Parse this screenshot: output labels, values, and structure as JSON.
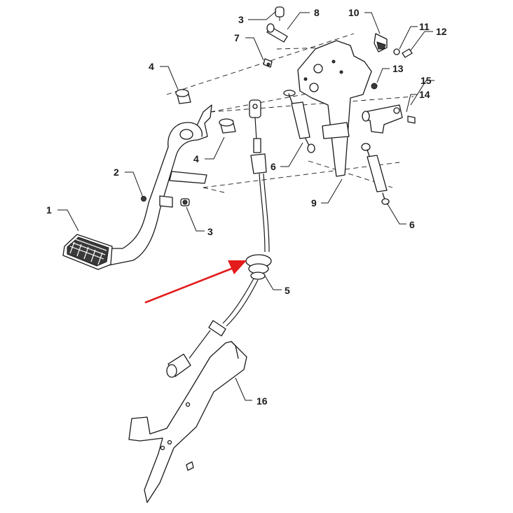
{
  "callouts": {
    "c1": "1",
    "c2": "2",
    "c3a": "3",
    "c3b": "3",
    "c4a": "4",
    "c4b": "4",
    "c5": "5",
    "c6a": "6",
    "c6b": "6",
    "c7": "7",
    "c8": "8",
    "c9": "9",
    "c10": "10",
    "c11": "11",
    "c12": "12",
    "c13": "13",
    "c14": "14",
    "c15": "15",
    "c16": "16"
  },
  "colors": {
    "highlight_arrow": "#e31b1b",
    "line": "#1a1a1a"
  }
}
